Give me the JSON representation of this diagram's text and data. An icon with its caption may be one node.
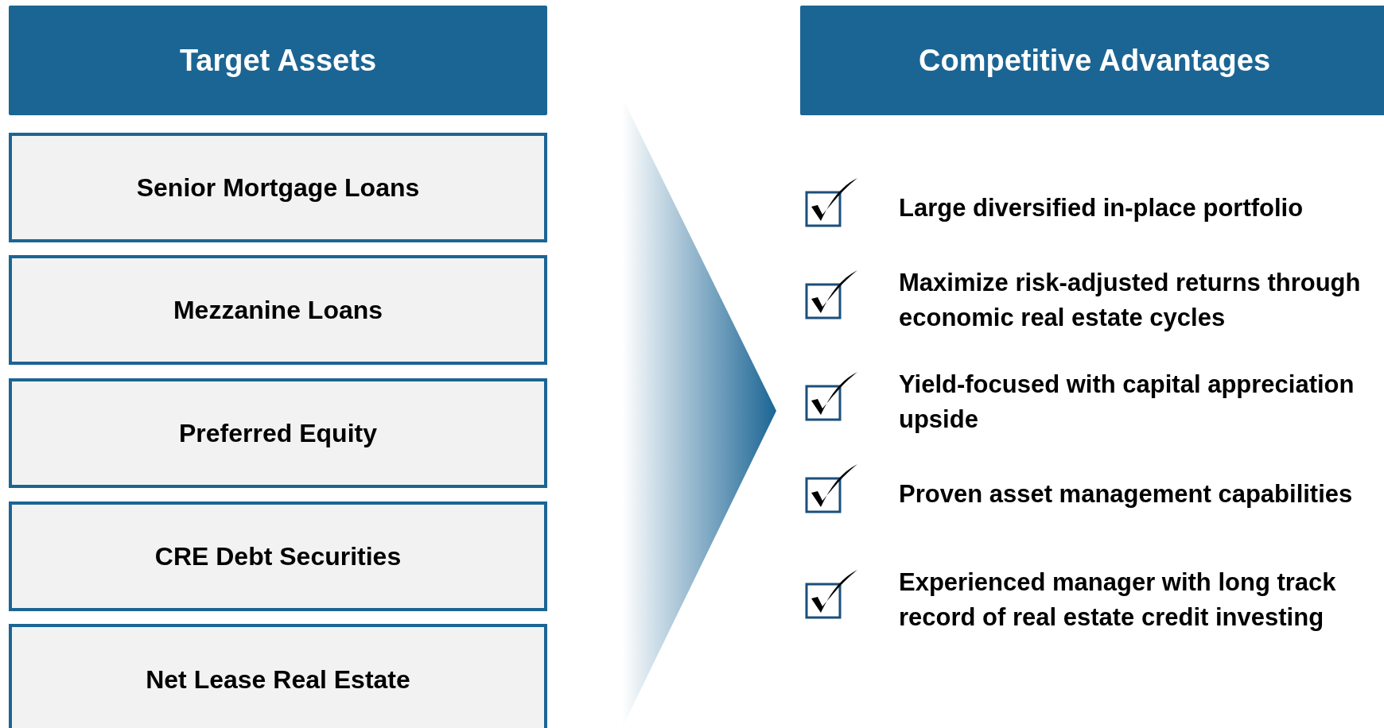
{
  "diagram": {
    "nodes": [
      {
        "text": [
          "Target Assets"
        ]
      },
      {
        "text": [
          "Senior Mortgage Loans"
        ]
      },
      {
        "text": [
          "Mezzanine Loans"
        ]
      },
      {
        "text": [
          "Preferred Equity"
        ]
      },
      {
        "text": [
          "CRE Debt Securities"
        ]
      },
      {
        "text": [
          "Net Lease Real Estate"
        ]
      },
      {
        "text": [
          "Competitive Advantages"
        ]
      }
    ],
    "labels": [
      "Large diversified in-place portfolio",
      "Maximize risk-adjusted returns through economic real estate cycles",
      "Yield-focused with capital appreciation upside",
      "Proven asset management capabilities",
      "Experienced manager with long track record of real estate credit investing"
    ]
  }
}
